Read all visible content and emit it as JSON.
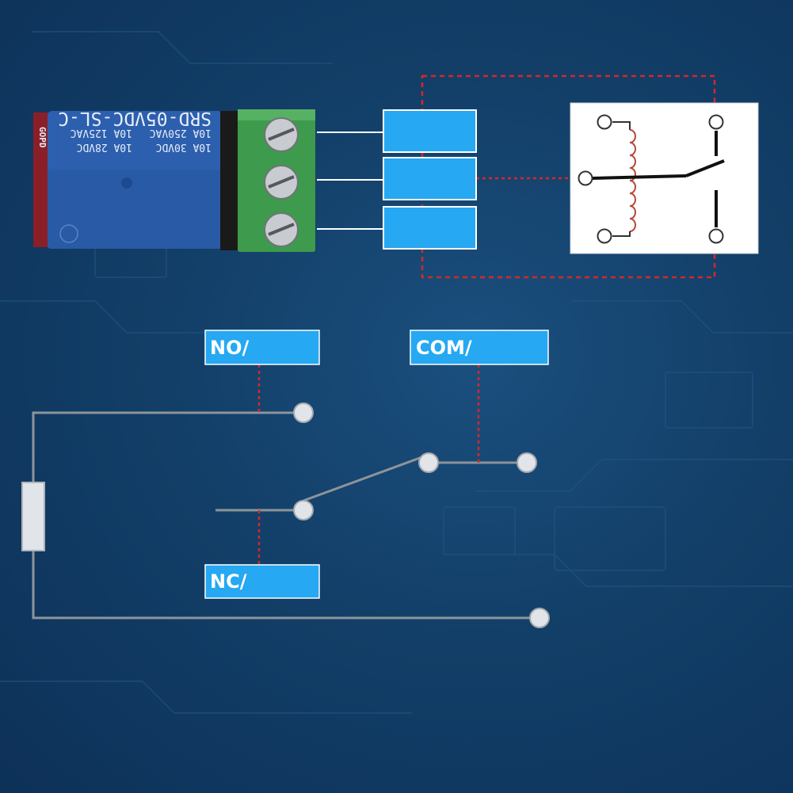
{
  "relay": {
    "model": "SRD-05VDC-SL-C",
    "ratings_row1": [
      "10A 250VAC",
      "10A 125VAC"
    ],
    "ratings_row2": [
      "10A 30VDC",
      "10A 28VDC"
    ],
    "side_label": "GOPD"
  },
  "terminal_tags": [
    "",
    "",
    ""
  ],
  "labels": {
    "no": "NO/",
    "com": "COM/",
    "nc": "NC/"
  },
  "colors": {
    "background": "#123f68",
    "tag_fill": "#26a8f2",
    "tag_border": "#ffffff",
    "dashed_red": "#d8262a",
    "wire": "#8e949a",
    "node_fill": "#e1e4e8",
    "relay_blue": "#2c5fae",
    "terminal_green": "#3e9a4c"
  },
  "icons": {
    "relay_symbol": "relay-coil-switch-icon",
    "contact": "contact-node-icon",
    "resistor": "load-resistor-icon"
  }
}
